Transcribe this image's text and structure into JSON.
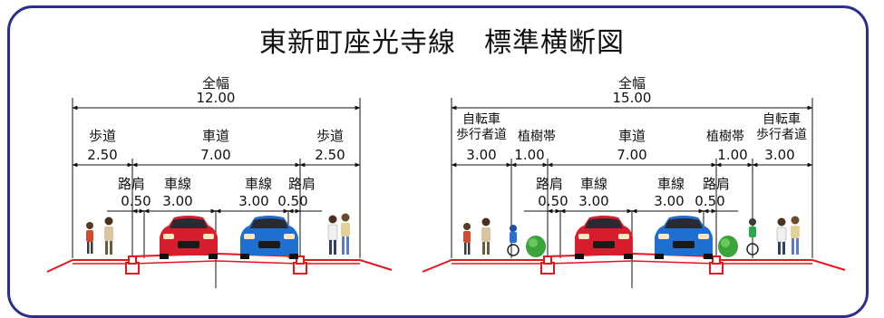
{
  "title": "東新町座光寺線　標準横断図",
  "left": {
    "overall": {
      "label": "全幅",
      "value": "12.00"
    },
    "sections": [
      {
        "label": "歩道",
        "value": "2.50"
      },
      {
        "label": "車道",
        "value": "7.00"
      },
      {
        "label": "歩道",
        "value": "2.50"
      }
    ],
    "sub": [
      {
        "label": "路肩",
        "value": "0.50"
      },
      {
        "label": "車線",
        "value": "3.00"
      },
      {
        "label": "車線",
        "value": "3.00"
      },
      {
        "label": "路肩",
        "value": "0.50"
      }
    ]
  },
  "right": {
    "overall": {
      "label": "全幅",
      "value": "15.00"
    },
    "sections": [
      {
        "label": "自転車\n歩行者道",
        "value": "3.00"
      },
      {
        "label": "植樹帯",
        "value": "1.00"
      },
      {
        "label": "車道",
        "value": "7.00"
      },
      {
        "label": "植樹帯",
        "value": "1.00"
      },
      {
        "label": "自転車\n歩行者道",
        "value": "3.00"
      }
    ],
    "sub": [
      {
        "label": "路肩",
        "value": "0.50"
      },
      {
        "label": "車線",
        "value": "3.00"
      },
      {
        "label": "車線",
        "value": "3.00"
      },
      {
        "label": "路肩",
        "value": "0.50"
      }
    ]
  },
  "colors": {
    "frame": "#2a2f8f",
    "road": "#e8141e",
    "car_left": "#d81e2c",
    "car_right": "#1e6fd0",
    "tree": "#3aa43a"
  }
}
